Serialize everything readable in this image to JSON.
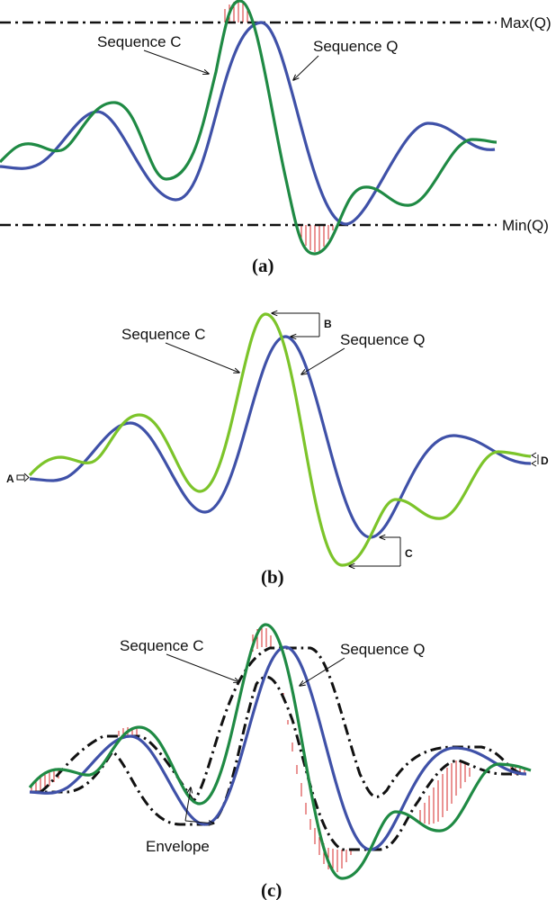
{
  "figure": {
    "panels": [
      {
        "id": "a",
        "caption": "(a)",
        "labels": {
          "sequence_c": "Sequence C",
          "sequence_q": "Sequence Q",
          "max_line": "Max(Q)",
          "min_line": "Min(Q)"
        },
        "description": "Sequence C exceeding Max(Q)/Min(Q) bounds; excess regions hatched red"
      },
      {
        "id": "b",
        "caption": "(b)",
        "labels": {
          "sequence_c": "Sequence C",
          "sequence_q": "Sequence Q",
          "marker_a": "A",
          "marker_b": "B",
          "marker_c": "C",
          "marker_d": "D"
        },
        "description": "Distances A (first points), B (max), C (min), D (last points)"
      },
      {
        "id": "c",
        "caption": "(c)",
        "labels": {
          "sequence_c": "Sequence C",
          "sequence_q": "Sequence Q",
          "envelope": "Envelope"
        },
        "description": "Envelope around Sequence Q; parts of C outside envelope hatched red"
      }
    ]
  },
  "colors": {
    "sequence_q": "#3f51a8",
    "sequence_c_dark": "#1f8a44",
    "sequence_c_light": "#7cc42a",
    "hatch": "#d62828",
    "envelope": "#111111"
  }
}
